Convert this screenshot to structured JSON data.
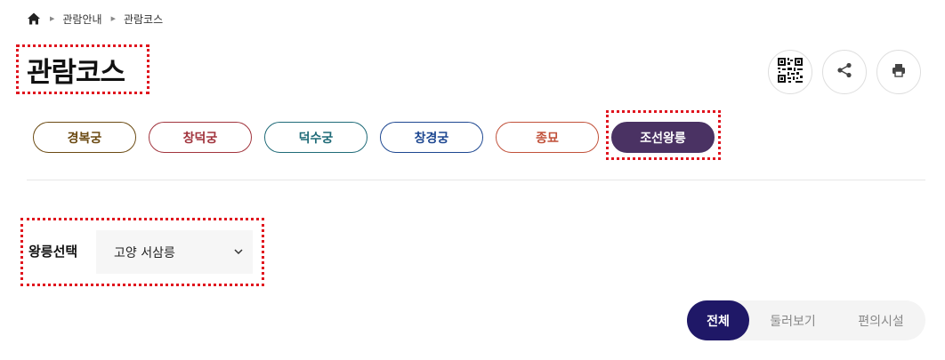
{
  "breadcrumb": {
    "items": [
      "관람안내",
      "관람코스"
    ]
  },
  "page": {
    "title": "관람코스"
  },
  "tools": {
    "icons": [
      "qr-code-icon",
      "share-icon",
      "print-icon"
    ]
  },
  "palaces": {
    "tabs": [
      {
        "label": "경복궁",
        "color": "#6b4a12"
      },
      {
        "label": "창덕궁",
        "color": "#a1343d"
      },
      {
        "label": "덕수궁",
        "color": "#1f6b78"
      },
      {
        "label": "창경궁",
        "color": "#1d4791"
      },
      {
        "label": "종묘",
        "color": "#c1513a"
      },
      {
        "label": "조선왕릉",
        "color": "#4a3263"
      }
    ],
    "active": "조선왕릉"
  },
  "tomb_select": {
    "label": "왕릉선택",
    "value": "고양 서삼릉"
  },
  "filters": {
    "tabs": [
      "전체",
      "둘러보기",
      "편의시설"
    ],
    "active": "전체",
    "active_color": "#1f1867"
  },
  "colors": {
    "highlight_frame": "#e0141e"
  }
}
